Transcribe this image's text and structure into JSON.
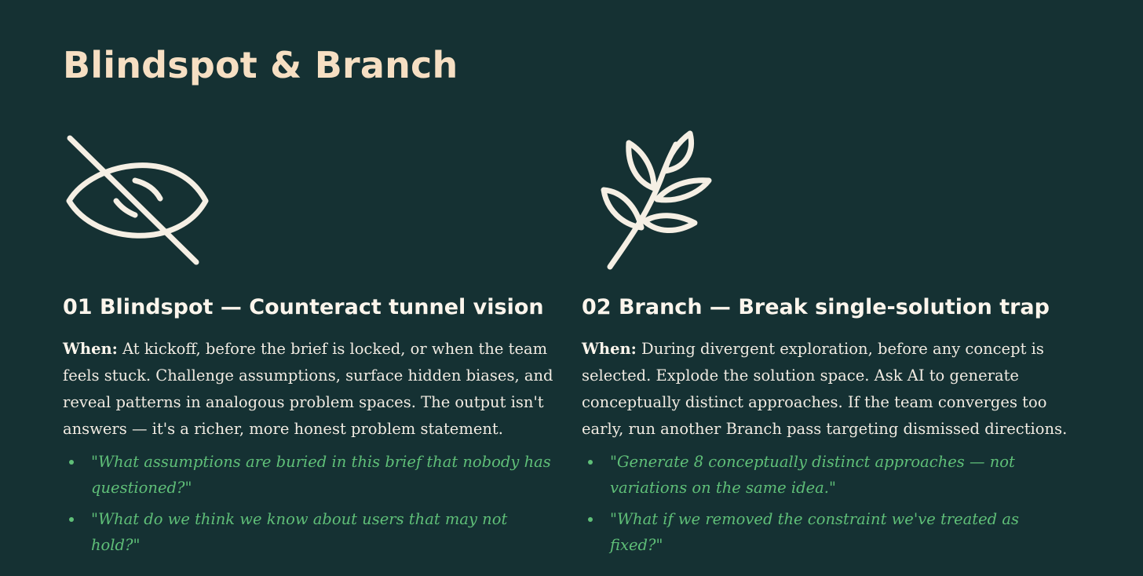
{
  "title": "Blindspot & Branch",
  "colors": {
    "background": "#153133",
    "title": "#f6dfc3",
    "heading": "#fbf5ec",
    "body_text": "#f1ebe2",
    "prompt": "#5fbf78",
    "icon_stroke": "#f5efe4"
  },
  "sections": [
    {
      "icon": "eye-slash-icon",
      "heading": "01 Blindspot — Counteract tunnel vision",
      "when_label": "When:",
      "description": " At kickoff, before the brief is locked, or when the team feels stuck. Challenge assumptions, surface hidden biases, and reveal patterns in analogous problem spaces. The output isn't answers — it's a richer, more honest problem statement.",
      "prompts": [
        "\"What assumptions are buried in this brief that nobody has questioned?\"",
        "\"What do we think we know about users that may not hold?\""
      ]
    },
    {
      "icon": "leafy-branch-icon",
      "heading": "02 Branch — Break single-solution trap",
      "when_label": "When:",
      "description": " During divergent exploration, before any concept is selected. Explode the solution space. Ask AI to generate conceptually distinct approaches. If the team converges too early, run another Branch pass targeting dismissed directions.",
      "prompts": [
        "\"Generate 8 conceptually distinct approaches — not variations on the same idea.\"",
        "\"What if we removed the constraint we've treated as fixed?\""
      ]
    }
  ]
}
